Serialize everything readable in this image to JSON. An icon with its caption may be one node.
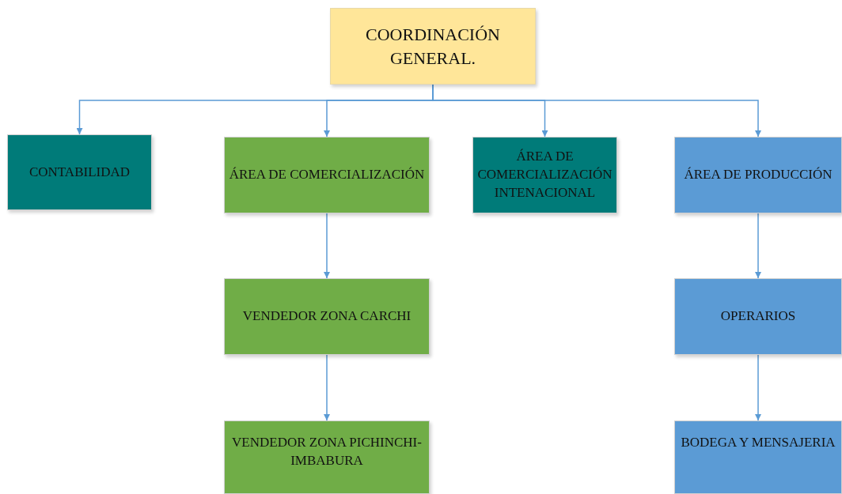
{
  "diagram": {
    "nodes": [
      {
        "text": [
          "COORDINACIÓN GENERAL."
        ]
      },
      {
        "text": [
          "CONTABILIDAD"
        ]
      },
      {
        "text": [
          "ÁREA DE COMERCIALIZACIÓN"
        ]
      },
      {
        "text": [
          "ÁREA DE COMERCIALIZACIÓN INTENACIONAL"
        ]
      },
      {
        "text": [
          "ÁREA DE PRODUCCIÓN"
        ]
      },
      {
        "text": [
          "VENDEDOR ZONA CARCHI"
        ]
      },
      {
        "text": [
          "VENDEDOR ZONA PICHINCHI- IMBABURA"
        ]
      },
      {
        "text": [
          "OPERARIOS"
        ]
      },
      {
        "text": [
          "BODEGA Y MENSAJERIA"
        ]
      }
    ],
    "edges": [
      {
        "from": 0,
        "to": 1,
        "arrow": "to"
      },
      {
        "from": 0,
        "to": 2,
        "arrow": "to"
      },
      {
        "from": 0,
        "to": 3,
        "arrow": "to"
      },
      {
        "from": 0,
        "to": 4,
        "arrow": "to"
      },
      {
        "from": 2,
        "to": 5,
        "arrow": "to"
      },
      {
        "from": 5,
        "to": 6,
        "arrow": "to"
      },
      {
        "from": 4,
        "to": 7,
        "arrow": "to"
      },
      {
        "from": 7,
        "to": 8,
        "arrow": "to"
      }
    ]
  }
}
